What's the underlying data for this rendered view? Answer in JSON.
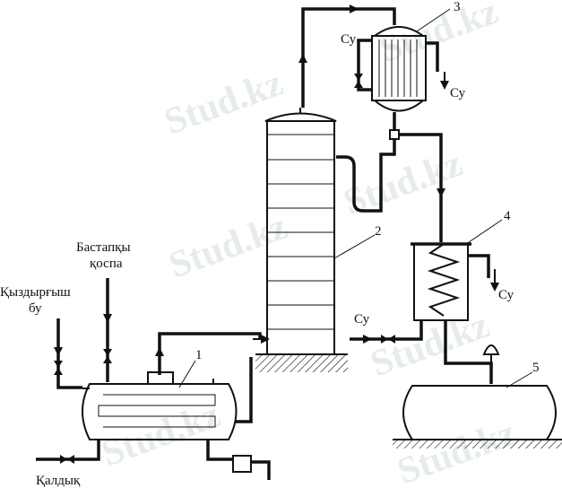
{
  "labels": {
    "feed": [
      "Бастапқы",
      "қоспа"
    ],
    "steam": [
      "Қыздырғыш",
      "бу"
    ],
    "residue": "Қалдық",
    "water": [
      "Су",
      "Су",
      "Су",
      "Су"
    ],
    "numbers": [
      "1",
      "2",
      "3",
      "4",
      "5"
    ]
  },
  "watermark": "Stud.kz"
}
